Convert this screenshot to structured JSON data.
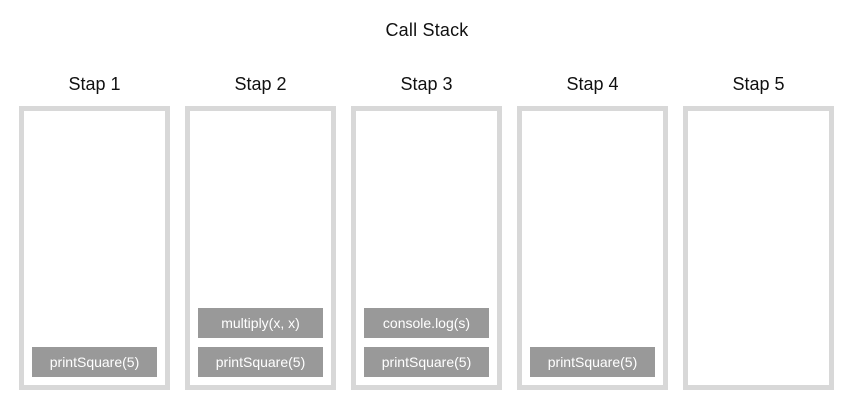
{
  "title": "Call Stack",
  "colors": {
    "background": "#ffffff",
    "column_border": "#d8d8d8",
    "column_bg": "#ffffff",
    "frame_bg": "#999999",
    "frame_text": "#ffffff",
    "heading_text": "#111111"
  },
  "columns": [
    {
      "label": "Stap 1",
      "frames": [
        "printSquare(5)"
      ]
    },
    {
      "label": "Stap 2",
      "frames": [
        "multiply(x, x)",
        "printSquare(5)"
      ]
    },
    {
      "label": "Stap 3",
      "frames": [
        "console.log(s)",
        "printSquare(5)"
      ]
    },
    {
      "label": "Stap 4",
      "frames": [
        "printSquare(5)"
      ]
    },
    {
      "label": "Stap 5",
      "frames": []
    }
  ]
}
